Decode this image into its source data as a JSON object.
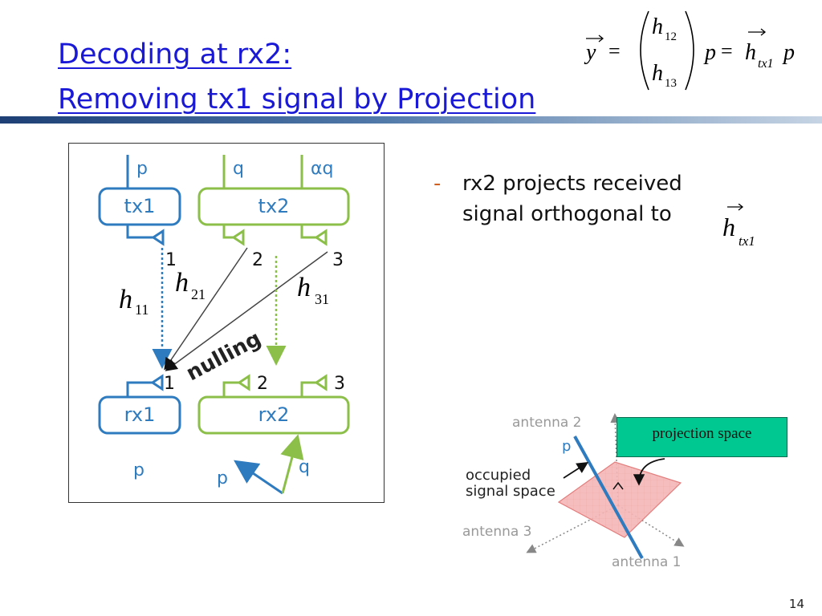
{
  "slide": {
    "title_line1": "Decoding at rx2:",
    "title_line2": "Removing tx1 signal by Projection",
    "page_number": "14"
  },
  "equation": {
    "lhs": "y",
    "eq1": "=",
    "top_entry": {
      "base": "h",
      "sub": "12"
    },
    "bottom_entry": {
      "base": "h",
      "sub": "13"
    },
    "p1": "p",
    "eq2": "=",
    "rhs_base": "h",
    "rhs_sub": "tx1",
    "p2": "p"
  },
  "bullet": {
    "dash": "-",
    "line1": "rx2 projects received",
    "line2": "signal orthogonal to",
    "vector_base": "h",
    "vector_sub": "tx1"
  },
  "diagram": {
    "tx1_label": "tx1",
    "tx2_label": "tx2",
    "rx1_label": "rx1",
    "rx2_label": "rx2",
    "input_p": "p",
    "input_q": "q",
    "input_aq": "αq",
    "ant1_top": "1",
    "ant2_top": "2",
    "ant3_top": "3",
    "ant1_bottom": "1",
    "ant2_bottom": "2",
    "ant3_bottom": "3",
    "h11": {
      "base": "h",
      "sub": "11"
    },
    "h21": {
      "base": "h",
      "sub": "21"
    },
    "h31": {
      "base": "h",
      "sub": "31"
    },
    "nulling_label": "nulling",
    "out_p": "p",
    "vec_p": "p",
    "vec_q": "q",
    "colors": {
      "blue": "#2f7bbf",
      "green": "#8cbf4a",
      "gray": "#555555"
    }
  },
  "projection_figure": {
    "antenna2": "antenna 2",
    "antenna3": "antenna 3",
    "antenna1": "antenna 1",
    "p_label": "p",
    "occupied_line1": "occupied",
    "occupied_line2": "signal space",
    "projection_space_label": "projection space",
    "plane_color": "#f4b6b6",
    "line_color": "#2f7bbf"
  }
}
